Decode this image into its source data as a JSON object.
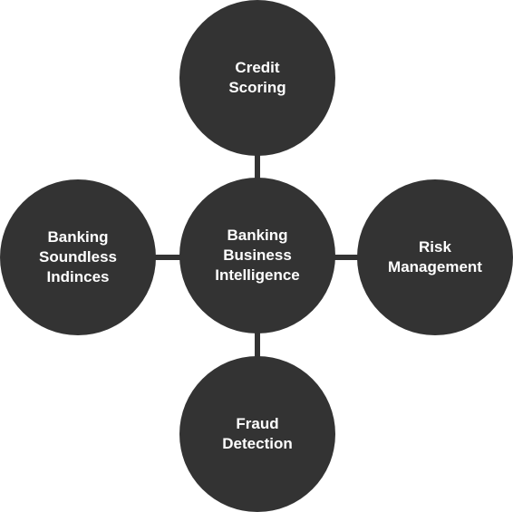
{
  "colors": {
    "node_fill": "#333333",
    "node_text": "#ffffff",
    "connector": "#333333",
    "background": "#ffffff"
  },
  "nodes": {
    "center": {
      "label": "Banking\nBusiness\nIntelligence"
    },
    "top": {
      "label": "Credit\nScoring"
    },
    "left": {
      "label": "Banking\nSoundless\nIndinces"
    },
    "right": {
      "label": "Risk\nManagement"
    },
    "bottom": {
      "label": "Fraud\nDetection"
    }
  }
}
